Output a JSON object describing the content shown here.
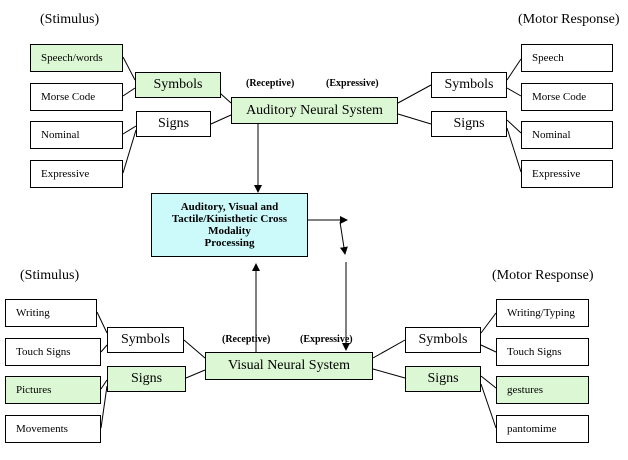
{
  "top": {
    "stimulus_label": "(Stimulus)",
    "motor_label": "(Motor Response)",
    "receptive_label": "(Receptive)",
    "expressive_label": "(Expressive)",
    "system_label": "Auditory Neural System",
    "left_inputs": [
      "Speech/words",
      "Morse Code",
      "Nominal",
      "Expressive"
    ],
    "left_symbols": "Symbols",
    "left_signs": "Signs",
    "right_symbols": "Symbols",
    "right_signs": "Signs",
    "right_outputs": [
      "Speech",
      "Morse  Code",
      "Nominal",
      "Expressive"
    ]
  },
  "processing": {
    "lines": [
      "Auditory, Visual and",
      "Tactile/Kinisthetic Cross",
      "Modality",
      "Processing"
    ]
  },
  "bottom": {
    "stimulus_label": "(Stimulus)",
    "motor_label": "(Motor Response)",
    "receptive_label": "(Receptive)",
    "expressive_label": "(Expressive)",
    "system_label": "Visual Neural System",
    "left_inputs": [
      "Writing",
      "Touch Signs",
      "Pictures",
      "Movements"
    ],
    "left_symbols": "Symbols",
    "left_signs": "Signs",
    "right_symbols": "Symbols",
    "right_signs": "Signs",
    "right_outputs": [
      "Writing/Typing",
      "Touch Signs",
      "gestures",
      "pantomime"
    ]
  },
  "colors": {
    "green_fill": "#dcf7d4",
    "cyan_fill": "#ccfafa",
    "stroke": "#000000"
  }
}
